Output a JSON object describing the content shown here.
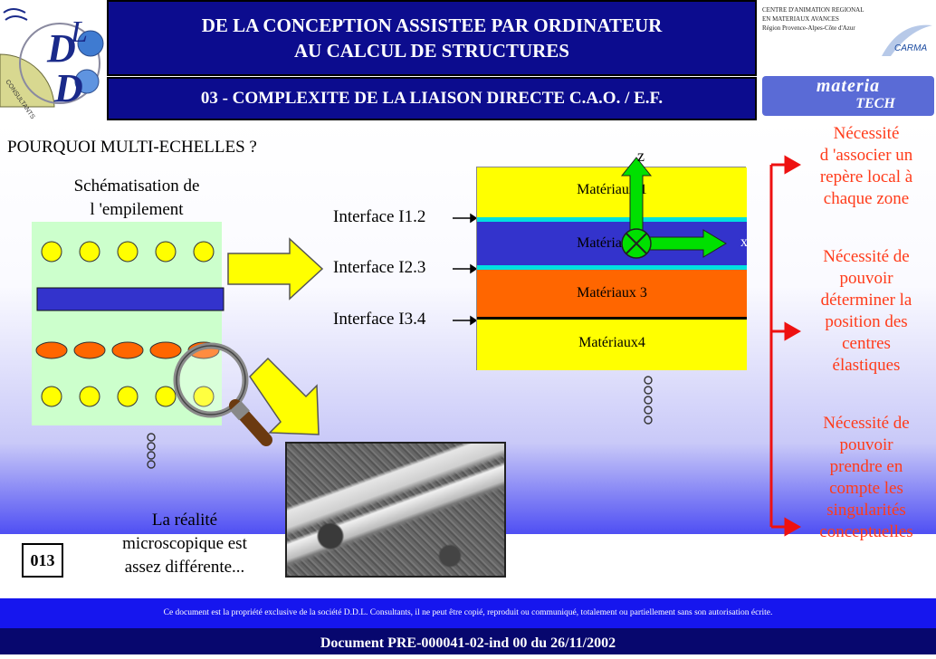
{
  "header": {
    "title_line1": "DE LA CONCEPTION ASSISTEE PAR ORDINATEUR",
    "title_line2": "AU CALCUL DE STRUCTURES",
    "subtitle": "03 - COMPLEXITE DE LA LIAISON DIRECTE C.A.O. / E.F.",
    "left_logo_text": "CONSULTANTS",
    "crrm_line1": "CENTRE D'ANIMATION REGIONAL",
    "crrm_line2": "EN MATERIAUX AVANCES",
    "crrm_line3": "Région Provence-Alpes-Côte d'Azur",
    "carma_logo": "CARMA",
    "materia_line1": "materia",
    "materia_line2": "TECH"
  },
  "main": {
    "heading": "POURQUOI MULTI-ECHELLES ?",
    "schema_label_line1": "Schématisation de",
    "schema_label_line2": "l 'empilement",
    "interfaces": [
      "Interface I1.2",
      "Interface I2.3",
      "Interface I3.4"
    ],
    "layers": [
      "Matériaux 1",
      "Matériaux 2",
      "Matériaux 3",
      "Matériaux4"
    ],
    "axis_z": "z",
    "axis_x": "x",
    "reality_line1": "La réalité",
    "reality_line2": "microscopique est",
    "reality_line3": "assez différente...",
    "page_number": "013"
  },
  "notes": {
    "n1": [
      "Nécessité",
      "d 'associer un",
      "repère local à",
      "chaque zone"
    ],
    "n2": [
      "Nécessité de",
      "pouvoir",
      "déterminer la",
      "position des",
      "centres",
      "élastiques"
    ],
    "n3": [
      "Nécessité de",
      "pouvoir",
      "prendre en",
      "compte les",
      "singularités",
      "conceptuelles"
    ]
  },
  "footer": {
    "legal": "Ce document est la propriété exclusive de la société D.D.L. Consultants, il ne peut être copié, reproduit ou communiqué, totalement ou partiellement sans son autorisation écrite.",
    "document": "Document PRE-000041-02-ind 00 du 26/11/2002"
  },
  "colors": {
    "title_blue": "#0c0c8e",
    "footer_blue": "#1616ee",
    "footer_dark": "#07076e",
    "yellow": "#ffff00",
    "layer_blue": "#3333cc",
    "orange": "#ff6600",
    "note_red": "#ff3b1a",
    "green": "#00e000",
    "cyan": "#00e0e0",
    "light_green": "#ccffcc"
  }
}
